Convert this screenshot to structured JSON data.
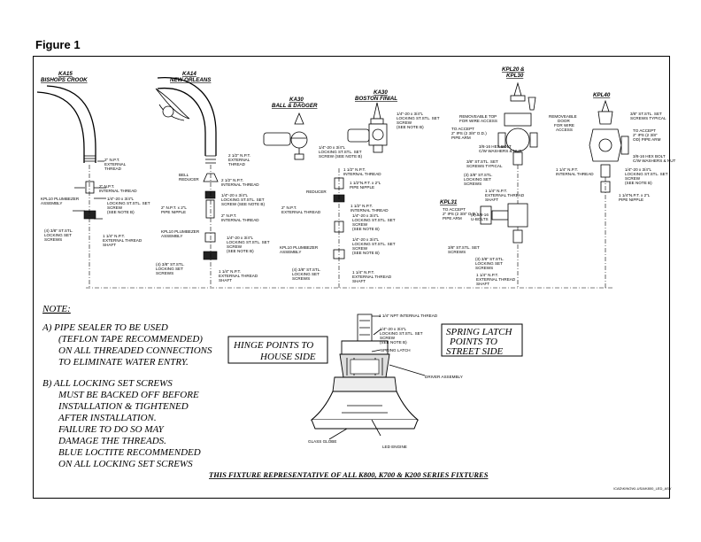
{
  "figure_title": "Figure 1",
  "fixtures": {
    "ka15": {
      "code": "KA15",
      "name": "BISHOPS CROOK"
    },
    "ka14": {
      "code": "KA14",
      "name": "NEW ORLEANS"
    },
    "ka30a": {
      "code": "KA30",
      "name": "BALL & DAGGER"
    },
    "ka30b": {
      "code": "KA30",
      "name": "BOSTON FINIAL"
    },
    "kpl20": {
      "code": "KPL20 &",
      "name": "KPL30"
    },
    "kpl40": {
      "code": "KPL40"
    },
    "kpl31": {
      "code": "KPL31"
    }
  },
  "callouts": {
    "ka15": [
      [
        "2\" N.P.T.",
        "EXTERNAL",
        "THREAD"
      ],
      [
        "2\" N.P.T.",
        "INTERNAL THREAD"
      ],
      [
        "KPL10 PLUMBEZER",
        "ASSEMBLY"
      ],
      [
        "1/4\"-20 x 3/4\"L",
        "LOCKING ST.STL. SET",
        "SCREW",
        "(SEE NOTE B)"
      ],
      [
        "(4) 3/8\" ST.STL.",
        "LOCKING SET",
        "SCREWS"
      ],
      [
        "1 1/4\" N.P.T.",
        "EXTERNAL THREAD",
        "SHAFT"
      ]
    ],
    "ka14": [
      [
        "2 1/2\" N.P.T.",
        "EXTERNAL",
        "THREAD"
      ],
      [
        "BELL",
        "REDUCER"
      ],
      [
        "2 1/2\" N.P.T.",
        "INTERNAL THREAD"
      ],
      [
        "1/4\"-20 x 3/4\"L",
        "LOCKING ST.STL. SET",
        "SCREW (SEE NOTE B)"
      ],
      [
        "2\" N.P.T.",
        "INTERNAL THREAD"
      ],
      [
        "2\" N.P.T. x 2\"L",
        "PIPE NIPPLE"
      ],
      [
        "KPL10 PLUMBEZER",
        "ASSEMBLY"
      ],
      [
        "1/4\"-20 x 3/4\"L",
        "LOCKING ST.STL. SET",
        "SCREW",
        "(SEE NOTE B)"
      ],
      [
        "(4) 3/8\" ST.STL.",
        "LOCKING SET",
        "SCREWS"
      ],
      [
        "1 1/4\" N.P.T.",
        "EXTERNAL THREAD",
        "SHAFT"
      ]
    ],
    "ka30": [
      [
        "1/4\"-20 x 3/4\"L",
        "LOCKING ST.STL. SET",
        "SCREW (SEE NOTE B)"
      ],
      [
        "1/4\"-20 x 3/4\"L",
        "LOCKING ST.STL. SET",
        "SCREW",
        "(SEE NOTE B)"
      ],
      [
        "1 1/2\" N.P.T.",
        "INTERNAL THREAD"
      ],
      [
        "1 1/2\"N.P.T. x 2\"L",
        "PIPE NIPPLE"
      ],
      [
        "REDUCER"
      ],
      [
        "1 1/2\" N.P.T.",
        "INTERNAL THREAD"
      ],
      [
        "2\" N.P.T.",
        "EXTERNAL THREAD"
      ],
      [
        "1/4\"-20 x 3/4\"L",
        "LOCKING ST.STL. SET",
        "SCREW",
        "(SEE NOTE B)"
      ],
      [
        "KPL10 PLUMBEZER",
        "ASSEMBLY"
      ],
      [
        "1/4\"-20 x 3/4\"L",
        "LOCKING ST.STL. SET",
        "SCREW",
        "(SEE NOTE B)"
      ],
      [
        "(4) 3/8\" ST.STL.",
        "LOCKING SET",
        "SCREWS"
      ],
      [
        "1 1/4\" N.P.T.",
        "EXTERNAL THREAD",
        "SHAFT"
      ]
    ],
    "kpl20": [
      [
        "REMOVEABLE TOP",
        "FOR WIRE ACCESS"
      ],
      [
        "TO ACCEPT",
        "2\" IPS (2 3/8\" O.D.)",
        "PIPE ARM"
      ],
      [
        "3/8-16 HEX BOLT",
        "C/W WASHERS & NUT"
      ],
      [
        "3/8\" ST.STL. SET",
        "SCREWS TYPICAL"
      ],
      [
        "(3) 3/8\" ST.STL.",
        "LOCKING SET",
        "SCREWS"
      ],
      [
        "1 1/4\" N.P.T.",
        "EXTERNAL THREAD",
        "SHAFT"
      ]
    ],
    "kpl31": [
      [
        "(2) 3/8-16",
        "U-BOLTS"
      ],
      [
        "TO ACCEPT",
        "2\" IPS (2 3/8\" O.D.)",
        "PIPE ARM"
      ],
      [
        "3/8\" ST.STL. SET",
        "SCREWS"
      ],
      [
        "(3) 3/8\" ST.STL.",
        "LOCKING SET",
        "SCREWS"
      ],
      [
        "1 1/4\" N.P.T.",
        "EXTERNAL THREAD",
        "SHAFT"
      ]
    ],
    "kpl40": [
      [
        "REMOVEABLE",
        "DOOR",
        "FOR WIRE",
        "ACCESS"
      ],
      [
        "3/8\" ST.STL. SET",
        "SCREWS TYPICAL"
      ],
      [
        "TO ACCEPT",
        "2\" IPS (2 3/8\"",
        "OD) PIPE ARM"
      ],
      [
        "1/4\"-20 x 3/4\"L",
        "LOCKING ST.STL. SET",
        "SCREW",
        "(SEE NOTE B)"
      ],
      [
        "3/8-16 HEX BOLT",
        "C/W WASHERS & NUT"
      ],
      [
        "1 1/4\" N.P.T.",
        "INTERNAL THREAD"
      ],
      [
        "1 1/4\"N.P.T. x 2\"L",
        "PIPE NIPPLE"
      ]
    ],
    "detail": [
      [
        "1 1/4\" NPT INTERNAL THREAD"
      ],
      [
        "1/4\"-20 x 3/4\"L",
        "LOCKING ST.STL. SET",
        "SCREW",
        "(SEE NOTE B)"
      ],
      [
        "SPRING LATCH"
      ],
      [
        "DRIVER ASSEMBLY"
      ],
      [
        "GLASS GLOBE"
      ],
      [
        "LED ENGINE"
      ]
    ]
  },
  "notes": {
    "heading": "NOTE:",
    "a": [
      "A) PIPE SEALER TO BE USED",
      "(TEFLON TAPE RECOMMENDED)",
      "ON ALL THREADED CONNECTIONS",
      "TO ELIMINATE WATER ENTRY."
    ],
    "b": [
      "B) ALL LOCKING SET SCREWS",
      "MUST BE BACKED OFF BEFORE",
      "INSTALLATION & TIGHTENED",
      "AFTER INSTALLATION.",
      "FAILURE TO DO SO MAY",
      "DAMAGE THE THREADS.",
      "BLUE LOCTITE RECOMMENDED",
      "ON ALL LOCKING SET SCREWS"
    ]
  },
  "boxes": {
    "hinge": [
      "HINGE POINTS TO",
      "HOUSE SIDE"
    ],
    "spring": [
      "SPRING LATCH",
      "POINTS TO",
      "STREET SIDE"
    ]
  },
  "footer_caption": "THIS FIXTURE REPRESENTATIVE OF ALL K800, K700 & K200 SERIES FIXTURES",
  "file_path": "\\CAD\\KING\\KI-USA\\K800_LED_ASY"
}
